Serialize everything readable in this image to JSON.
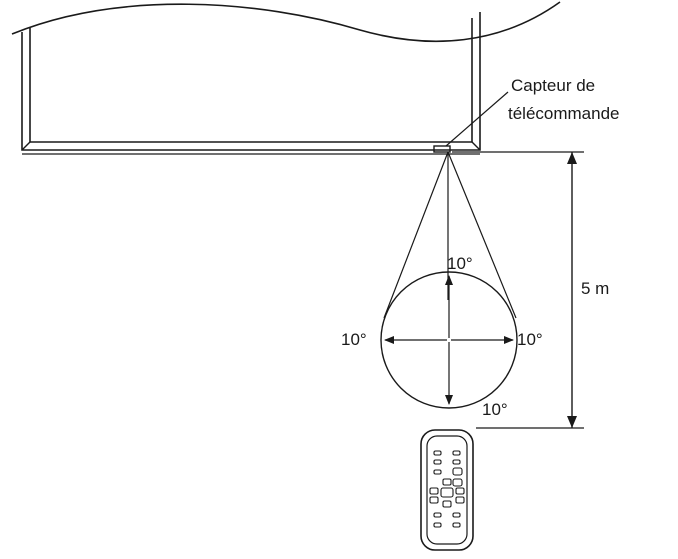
{
  "sensor_label": {
    "line1": "Capteur de",
    "line2": "télécommande"
  },
  "distance_label": "5 m",
  "angle_labels": {
    "top": "10°",
    "left": "10°",
    "right": "10°",
    "bottom": "10°"
  },
  "colors": {
    "line": "#1a1a1a",
    "background": "#ffffff"
  }
}
